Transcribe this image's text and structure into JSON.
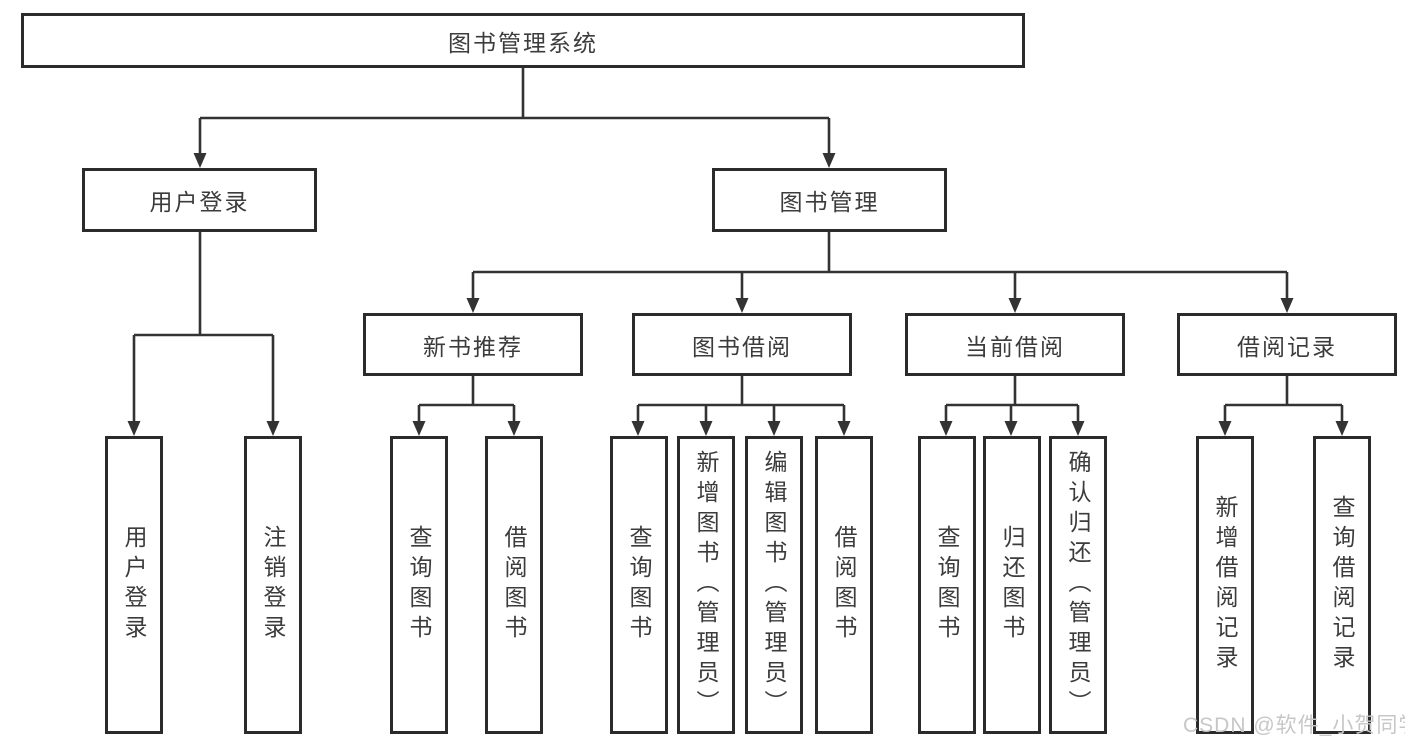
{
  "diagram": {
    "root": {
      "label": "图书管理系统"
    },
    "branches": [
      {
        "label": "用户登录",
        "children": [
          {
            "label": "用户登录"
          },
          {
            "label": "注销登录"
          }
        ]
      },
      {
        "label": "图书管理",
        "children": [
          {
            "label": "新书推荐",
            "children": [
              {
                "label": "查询图书"
              },
              {
                "label": "借阅图书"
              }
            ]
          },
          {
            "label": "图书借阅",
            "children": [
              {
                "label": "查询图书"
              },
              {
                "label": "新增图书（管理员）"
              },
              {
                "label": "编辑图书（管理员）"
              },
              {
                "label": "借阅图书"
              }
            ]
          },
          {
            "label": "当前借阅",
            "children": [
              {
                "label": "查询图书"
              },
              {
                "label": "归还图书"
              },
              {
                "label": "确认归还（管理员）"
              }
            ]
          },
          {
            "label": "借阅记录",
            "children": [
              {
                "label": "新增借阅记录"
              },
              {
                "label": "查询借阅记录"
              }
            ]
          }
        ]
      }
    ]
  },
  "watermark": {
    "text": "CSDN @软件_小贺同学"
  },
  "colors": {
    "line": "#333333",
    "box_border": "#2b2b2b",
    "text": "#3c3c3c",
    "watermark": "#c7c7c7",
    "background": "#ffffff"
  }
}
